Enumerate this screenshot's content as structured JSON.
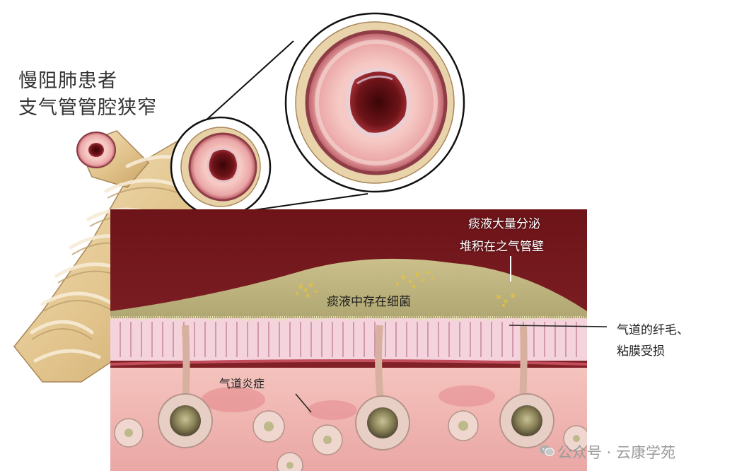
{
  "title": {
    "line1": "慢阻肺患者",
    "line2": "支气管管腔狭窄"
  },
  "labels": {
    "mucus_secretion_1": "痰液大量分泌",
    "mucus_secretion_2": "堆积在之气管壁",
    "bacteria": "痰液中存在细菌",
    "cilia_damage_1": "气道的纤毛、",
    "cilia_damage_2": "粘膜受损",
    "inflammation": "气道炎症"
  },
  "watermark": {
    "icon": "wechat-icon",
    "text": "公众号 · 云康学苑"
  },
  "colors": {
    "panel_dark_red": "#7c1d22",
    "bronchus_tan": "#e7cf9f",
    "mucus_yellow": "#cfc894",
    "tissue_pink": "#f0b8b4"
  }
}
